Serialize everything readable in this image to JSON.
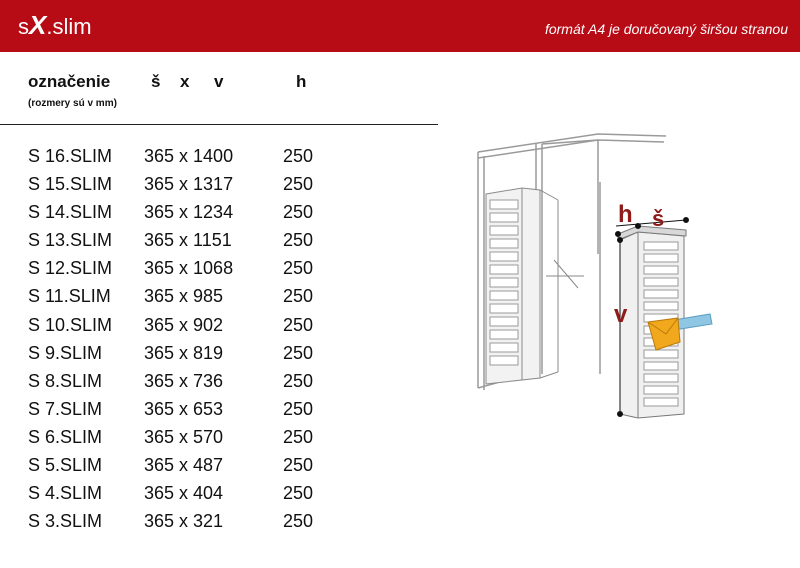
{
  "header": {
    "logo_s": "s",
    "logo_x": "X",
    "logo_slim": ".slim",
    "subtitle": "formát A4 je doručovaný širšou stranou",
    "bg_color": "#b70b15"
  },
  "table": {
    "columns": {
      "designation": "označenie",
      "width": "š",
      "x": "x",
      "height": "v",
      "depth": "h"
    },
    "units_note": "(rozmery sú v mm)",
    "rows": [
      {
        "name": "S 16.SLIM",
        "dims": "365 x 1400",
        "depth": "250"
      },
      {
        "name": "S 15.SLIM",
        "dims": "365 x 1317",
        "depth": "250"
      },
      {
        "name": "S 14.SLIM",
        "dims": "365 x 1234",
        "depth": "250"
      },
      {
        "name": "S 13.SLIM",
        "dims": "365 x 1151",
        "depth": "250"
      },
      {
        "name": "S 12.SLIM",
        "dims": "365 x 1068",
        "depth": "250"
      },
      {
        "name": "S 11.SLIM",
        "dims": "365 x 985",
        "depth": "250"
      },
      {
        "name": "S 10.SLIM",
        "dims": "365 x 902",
        "depth": "250"
      },
      {
        "name": "S 9.SLIM",
        "dims": "365 x 819",
        "depth": "250"
      },
      {
        "name": "S 8.SLIM",
        "dims": "365 x 736",
        "depth": "250"
      },
      {
        "name": "S 7.SLIM",
        "dims": "365 x 653",
        "depth": "250"
      },
      {
        "name": "S 6.SLIM",
        "dims": "365 x 570",
        "depth": "250"
      },
      {
        "name": "S 5.SLIM",
        "dims": "365 x 487",
        "depth": "250"
      },
      {
        "name": "S 4.SLIM",
        "dims": "365 x 404",
        "depth": "250"
      },
      {
        "name": "S 3.SLIM",
        "dims": "365 x 321",
        "depth": "250"
      }
    ]
  },
  "illustration": {
    "label_h": "h",
    "label_s": "š",
    "label_v": "v",
    "dim_color": "#8e1a1a",
    "envelope_color": "#f2a81d",
    "arrow_color": "#8ec6e4"
  }
}
